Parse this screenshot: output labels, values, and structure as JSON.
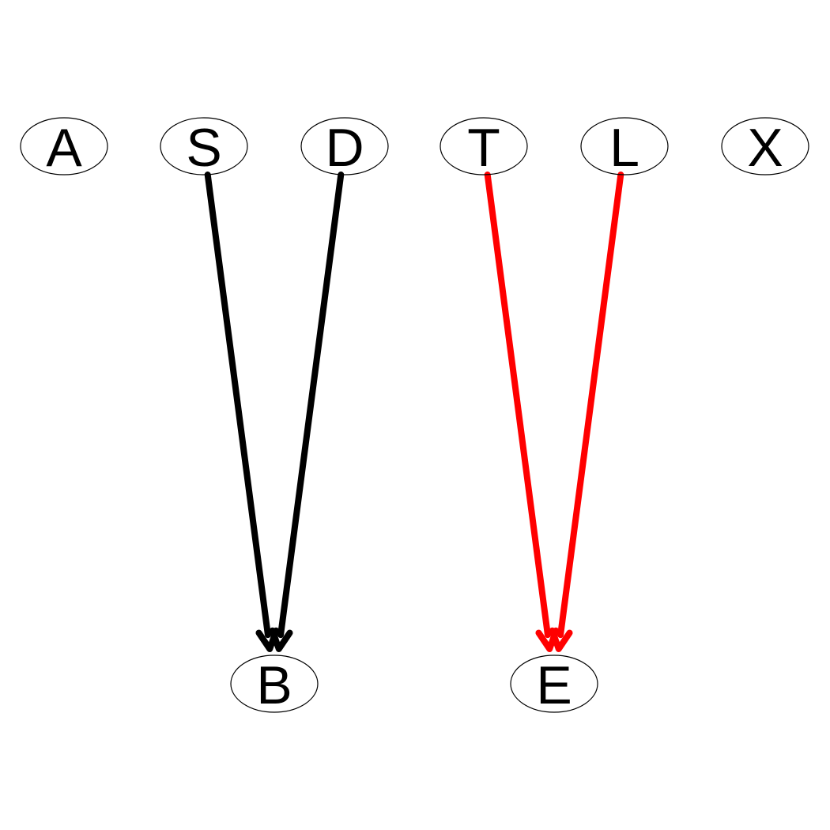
{
  "diagram": {
    "nodes": [
      {
        "id": "A",
        "label": "A"
      },
      {
        "id": "S",
        "label": "S"
      },
      {
        "id": "D",
        "label": "D"
      },
      {
        "id": "T",
        "label": "T"
      },
      {
        "id": "L",
        "label": "L"
      },
      {
        "id": "X",
        "label": "X"
      },
      {
        "id": "B",
        "label": "B"
      },
      {
        "id": "E",
        "label": "E"
      }
    ],
    "edges": [
      {
        "from": "S",
        "to": "B",
        "color": "#000000"
      },
      {
        "from": "D",
        "to": "B",
        "color": "#000000"
      },
      {
        "from": "T",
        "to": "E",
        "color": "#ff0000"
      },
      {
        "from": "L",
        "to": "E",
        "color": "#ff0000"
      }
    ]
  }
}
